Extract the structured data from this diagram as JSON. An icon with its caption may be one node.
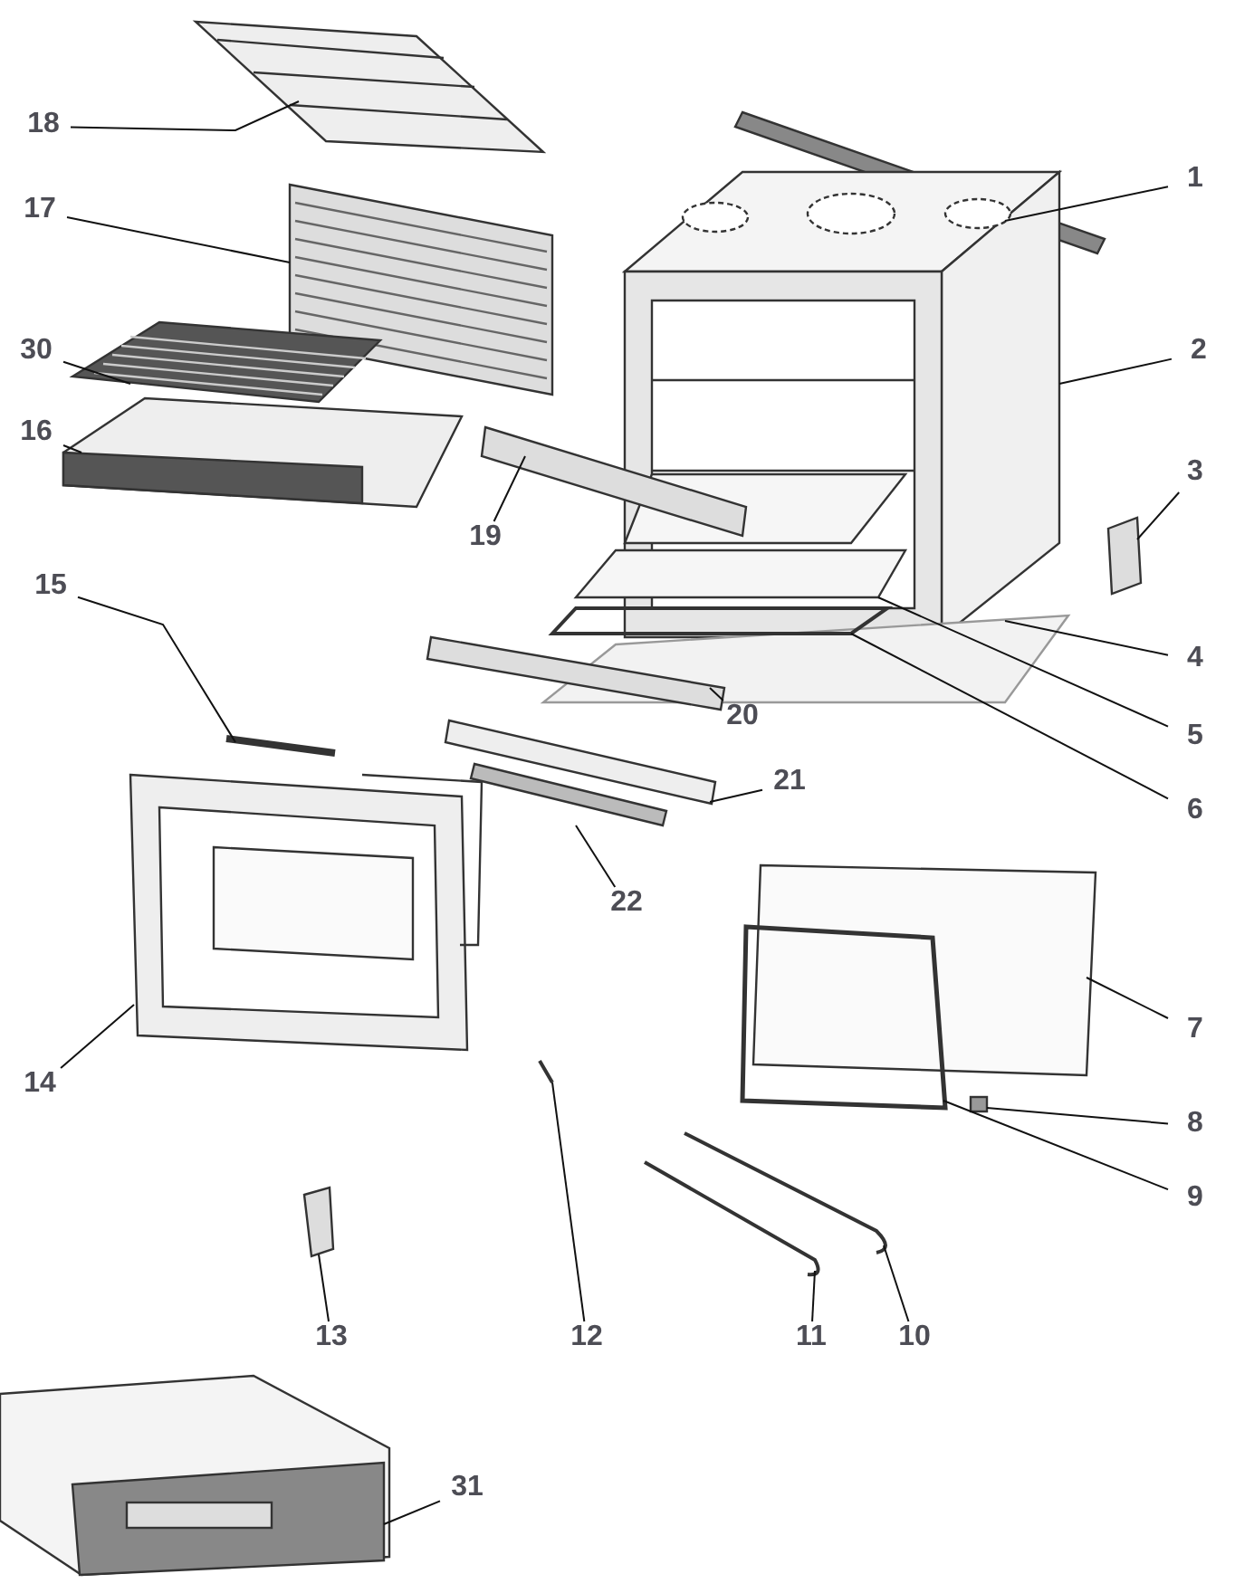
{
  "diagram": {
    "nodes": [
      {
        "text": [
          "18"
        ]
      },
      {
        "text": [
          "1"
        ]
      },
      {
        "text": [
          "17"
        ]
      },
      {
        "text": [
          "2"
        ]
      },
      {
        "text": [
          "30"
        ]
      },
      {
        "text": [
          "16"
        ]
      },
      {
        "text": [
          "3"
        ]
      },
      {
        "text": [
          "19"
        ]
      },
      {
        "text": [
          "15"
        ]
      },
      {
        "text": [
          "4"
        ]
      },
      {
        "text": [
          "20"
        ]
      },
      {
        "text": [
          "5"
        ]
      },
      {
        "text": [
          "21"
        ]
      },
      {
        "text": [
          "6"
        ]
      },
      {
        "text": [
          "22"
        ]
      },
      {
        "text": [
          "7"
        ]
      },
      {
        "text": [
          "14"
        ]
      },
      {
        "text": [
          "8"
        ]
      },
      {
        "text": [
          "9"
        ]
      },
      {
        "text": [
          "13"
        ]
      },
      {
        "text": [
          "12"
        ]
      },
      {
        "text": [
          "11"
        ]
      },
      {
        "text": [
          "10"
        ]
      },
      {
        "text": [
          "31"
        ]
      },
      {
        "text": [],
        "shape": "picture"
      },
      {
        "text": [],
        "shape": "picture"
      },
      {
        "text": [],
        "shape": "picture"
      },
      {
        "text": [],
        "shape": "picture"
      },
      {
        "text": [],
        "shape": "picture"
      },
      {
        "text": [],
        "shape": "picture"
      },
      {
        "text": [],
        "shape": "box"
      },
      {
        "text": [],
        "shape": "picture"
      },
      {
        "text": [],
        "shape": "picture"
      },
      {
        "text": [],
        "shape": "picture"
      },
      {
        "text": [],
        "shape": "picture"
      },
      {
        "text": [],
        "shape": "box"
      },
      {
        "text": [],
        "shape": "bar"
      },
      {
        "text": [],
        "shape": "picture"
      },
      {
        "text": [],
        "shape": "bar"
      },
      {
        "text": [],
        "shape": "box"
      },
      {
        "text": [],
        "shape": "picture"
      },
      {
        "text": [],
        "shape": "box"
      },
      {
        "text": [],
        "shape": "picture"
      },
      {
        "text": [],
        "shape": "picture"
      },
      {
        "text": [],
        "shape": "picture"
      },
      {
        "text": [],
        "shape": "picture"
      },
      {
        "text": [],
        "shape": "picture"
      },
      {
        "text": [],
        "shape": "picture"
      }
    ],
    "edges": [
      {
        "from": 0,
        "to": 24,
        "arrow": "none"
      },
      {
        "from": 1,
        "to": 25,
        "arrow": "none"
      },
      {
        "from": 2,
        "to": 26,
        "arrow": "none"
      },
      {
        "from": 3,
        "to": 27,
        "arrow": "none"
      },
      {
        "from": 4,
        "to": 28,
        "arrow": "none"
      },
      {
        "from": 5,
        "to": 29,
        "arrow": "none"
      },
      {
        "from": 6,
        "to": 30,
        "arrow": "none"
      },
      {
        "from": 7,
        "to": 31,
        "arrow": "none"
      },
      {
        "from": 8,
        "to": 32,
        "arrow": "none"
      },
      {
        "from": 9,
        "to": 33,
        "arrow": "none"
      },
      {
        "from": 10,
        "to": 34,
        "arrow": "none"
      },
      {
        "from": 11,
        "to": 35,
        "arrow": "none"
      },
      {
        "from": 12,
        "to": 36,
        "arrow": "none"
      },
      {
        "from": 13,
        "to": 37,
        "arrow": "none"
      },
      {
        "from": 14,
        "to": 38,
        "arrow": "none"
      },
      {
        "from": 15,
        "to": 39,
        "arrow": "none"
      },
      {
        "from": 16,
        "to": 40,
        "arrow": "none"
      },
      {
        "from": 17,
        "to": 41,
        "arrow": "none"
      },
      {
        "from": 18,
        "to": 42,
        "arrow": "none"
      },
      {
        "from": 19,
        "to": 43,
        "arrow": "none"
      },
      {
        "from": 20,
        "to": 44,
        "arrow": "none"
      },
      {
        "from": 21,
        "to": 45,
        "arrow": "none"
      },
      {
        "from": 22,
        "to": 46,
        "arrow": "none"
      },
      {
        "from": 23,
        "to": 47,
        "arrow": "none"
      }
    ]
  }
}
